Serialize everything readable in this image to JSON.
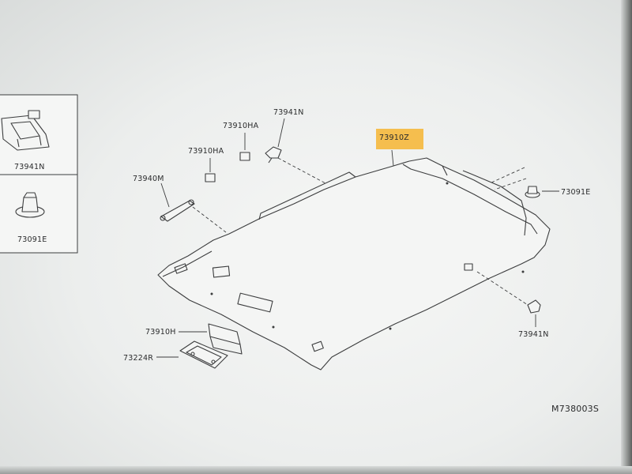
{
  "legend": {
    "items": [
      {
        "part_no": "73941N"
      },
      {
        "part_no": "73091E"
      }
    ]
  },
  "callouts": {
    "p73941N_top": "73941N",
    "p73910HA_upper": "73910HA",
    "p73910HA_lower": "73910HA",
    "p73940M": "73940M",
    "p73910Z": "73910Z",
    "p73091E": "73091E",
    "p73941N_right": "73941N",
    "p73910H": "73910H",
    "p73224R": "73224R"
  },
  "diagram_id": "M738003S",
  "colors": {
    "highlight": "#f6b531",
    "line": "#3c3d3e",
    "background": "#eceeed"
  }
}
